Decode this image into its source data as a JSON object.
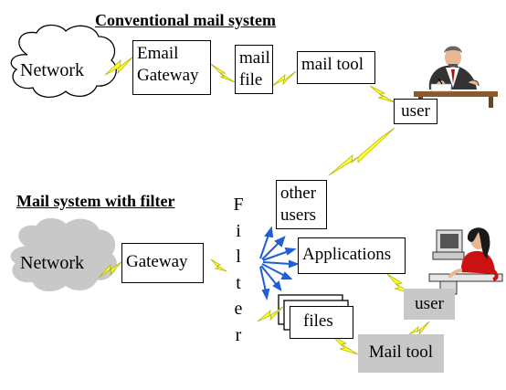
{
  "conventional": {
    "title": "Conventional mail system",
    "network": "Network",
    "email_gateway": [
      "Email",
      "Gateway"
    ],
    "mail_file": [
      "mail",
      "file"
    ],
    "mail_tool": "mail tool",
    "user": "user"
  },
  "shared": {
    "other_users": [
      "other",
      "users"
    ]
  },
  "filtered": {
    "title": "Mail system with filter",
    "network": "Network",
    "gateway": "Gateway",
    "filter_letters": [
      "F",
      "i",
      "l",
      "t",
      "e",
      "r"
    ],
    "applications": "Applications",
    "files": "files",
    "user": "user",
    "mail_tool": "Mail tool"
  },
  "colors": {
    "lightning": "#ffff33",
    "lightning_edge": "#b8b800",
    "arrow": "#1f5fd6",
    "gray_box": "#c8c8c8",
    "gray_cloud": "#c8c8c8"
  },
  "icons": [
    "lightning-bolt-icon",
    "businessman-at-desk-icon",
    "woman-at-computer-icon",
    "fan-out-arrows-icon"
  ]
}
